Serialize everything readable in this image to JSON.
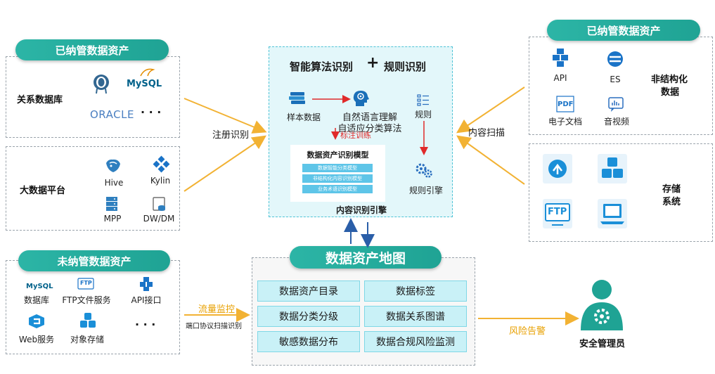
{
  "left_managed": {
    "title": "已纳管数据资产",
    "relational": {
      "label": "关系数据库",
      "logos": [
        "MySQL",
        "ORACLE"
      ],
      "more": "· · ·"
    },
    "bigdata": {
      "label": "大数据平台",
      "items": [
        "Hive",
        "Kylin",
        "MPP",
        "DW/DM"
      ]
    }
  },
  "left_unmanaged": {
    "title": "未纳管数据资产",
    "items": [
      "数据库",
      "FTP文件服务",
      "API接口",
      "Web服务",
      "对象存储"
    ],
    "logo_texts": [
      "MySQL",
      "FTP"
    ],
    "more": "· · ·"
  },
  "center": {
    "title_a": "智能算法识别",
    "plus": "+",
    "title_b": "规则识别",
    "sample": "样本数据",
    "nlp_line1": "自然语言理解",
    "nlp_line2": "自适应分类算法",
    "train": "标注训练",
    "rule": "规则",
    "model_title": "数据资产识别模型",
    "model_rows": [
      "数据智能分类模型",
      "非结构化内容识别模型",
      "业务术语识别模型"
    ],
    "rule_engine": "规则引擎",
    "engine": "内容识别引擎"
  },
  "right_managed": {
    "title": "已纳管数据资产",
    "items": [
      "API",
      "ES",
      "电子文档",
      "音视频"
    ],
    "logo_texts": [
      "PDF"
    ],
    "label_line1": "非结构化",
    "label_line2": "数据"
  },
  "storage": {
    "label_line1": "存储",
    "label_line2": "系统",
    "logo_texts": [
      "FTP"
    ]
  },
  "flows": {
    "register": "注册识别",
    "content_scan": "内容扫描",
    "traffic": "流量监控",
    "port_scan": "端口协议扫描识别",
    "risk": "风险告警"
  },
  "map": {
    "title": "数据资产地图",
    "cells": [
      "数据资产目录",
      "数据标签",
      "数据分类分级",
      "数据关系图谱",
      "敏感数据分布",
      "数据合规风险监测"
    ]
  },
  "admin": {
    "label": "安全管理员"
  },
  "colors": {
    "teal": "#1fa394",
    "cyan_box": "#e3f7fa",
    "arrow_orange": "#f2b233",
    "arrow_red": "#e02a2a",
    "icon_blue": "#1a8fd8"
  }
}
